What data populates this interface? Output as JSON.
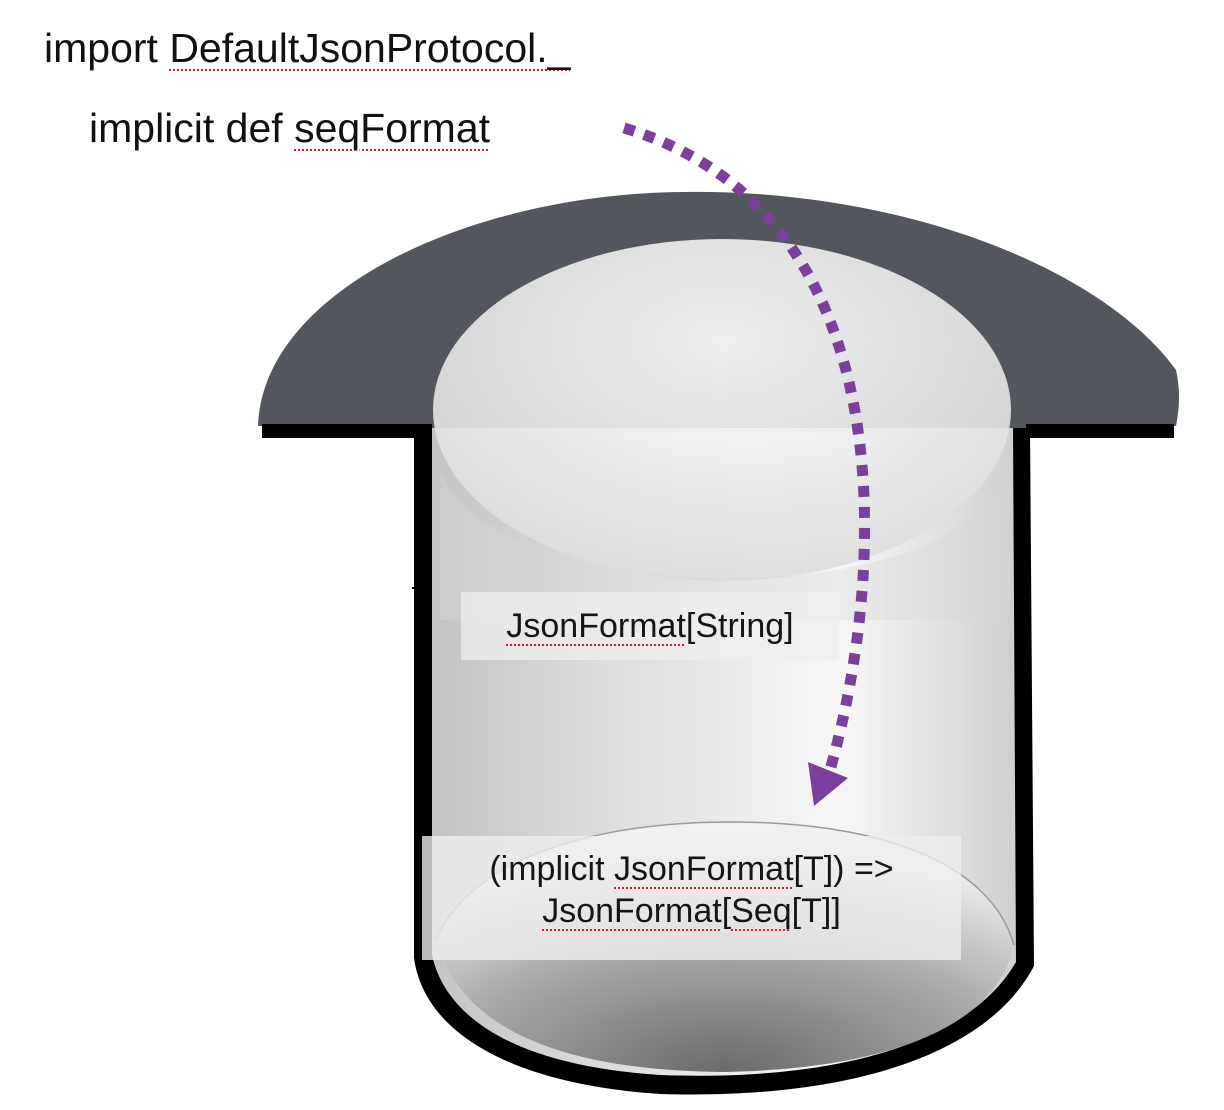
{
  "code": {
    "import_keyword": "import ",
    "import_target": "DefaultJsonProtocol._",
    "implicit_prefix": "implicit def ",
    "implicit_name": "seqFormat"
  },
  "hat_labels": {
    "string_format_type": "JsonFormat",
    "string_format_param": "[String]",
    "seq_format_open": "(implicit ",
    "seq_format_type": "JsonFormat",
    "seq_format_tail": "[T]) =>",
    "seq_result_type": "JsonFormat",
    "seq_result_mid": "[",
    "seq_result_seq": "Seq",
    "seq_result_tail": "[T]]"
  },
  "colors": {
    "hat_brim": "#53575d",
    "hat_outline": "#000000",
    "arrow": "#7b3f9c",
    "spellcheck_underline": "#d21c2c"
  },
  "icons": {
    "hat": "top-hat-icon",
    "arrow": "curved-dotted-arrow"
  }
}
